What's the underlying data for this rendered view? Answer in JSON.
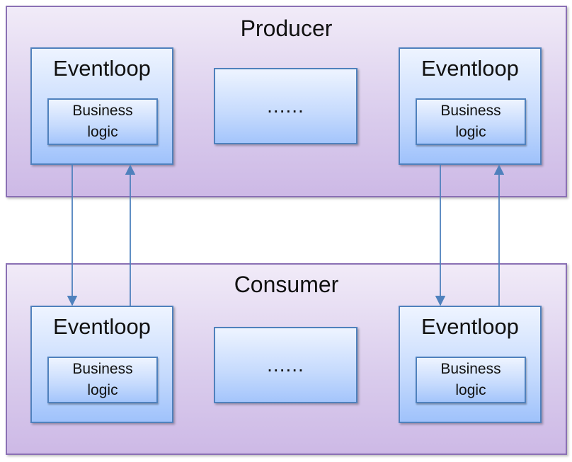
{
  "producer": {
    "title": "Producer",
    "eventloops": [
      {
        "title": "Eventloop",
        "business": "Business logic"
      },
      {
        "title": "Eventloop",
        "business": "Business logic"
      }
    ],
    "ellipsis": "......"
  },
  "consumer": {
    "title": "Consumer",
    "eventloops": [
      {
        "title": "Eventloop",
        "business": "Business logic"
      },
      {
        "title": "Eventloop",
        "business": "Business logic"
      }
    ],
    "ellipsis": "......"
  },
  "colors": {
    "group_border": "#8a70b4",
    "box_border": "#4f81bd",
    "arrow": "#4f81bd"
  }
}
